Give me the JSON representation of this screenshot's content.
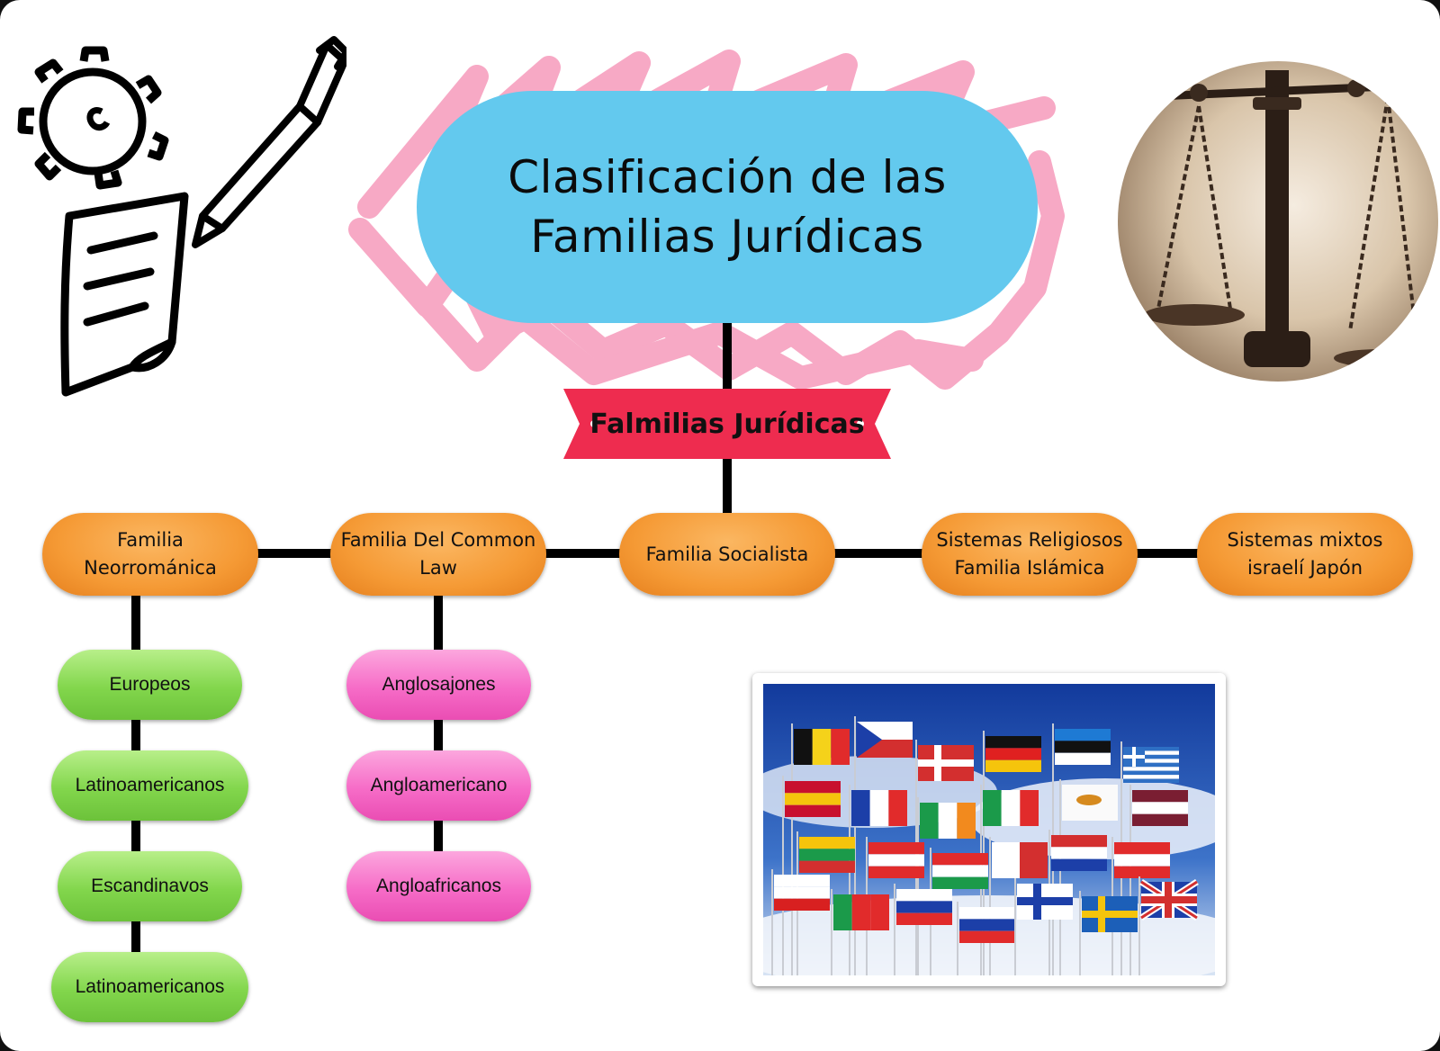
{
  "title": "Clasificación de las Familias Jurídicas",
  "ribbon": {
    "label": "Falmilias Jurídicas"
  },
  "families": [
    "Familia Neorrománica",
    "Familia Del Common Law",
    "Familia Socialista",
    "Sistemas Religiosos Familia Islámica",
    "Sistemas mixtos israelí Japón"
  ],
  "neorromanica_children": [
    "Europeos",
    "Latinoamericanos",
    "Escandinavos",
    "Latinoamericanos"
  ],
  "common_law_children": [
    "Anglosajones",
    "Angloamericano",
    "Angloafricanos"
  ],
  "colors": {
    "title_bubble": "#63c9ee",
    "scribble": "#f7a9c5",
    "ribbon": "#ee2c4f",
    "orange_node": "#f59a35",
    "green_node": "#82d64c",
    "pink_node": "#f66cc7",
    "connector": "#000000"
  },
  "icons": [
    "gear-icon",
    "pencil-icon",
    "document-icon"
  ],
  "images": [
    "scales-of-justice-image",
    "european-flags-image"
  ]
}
